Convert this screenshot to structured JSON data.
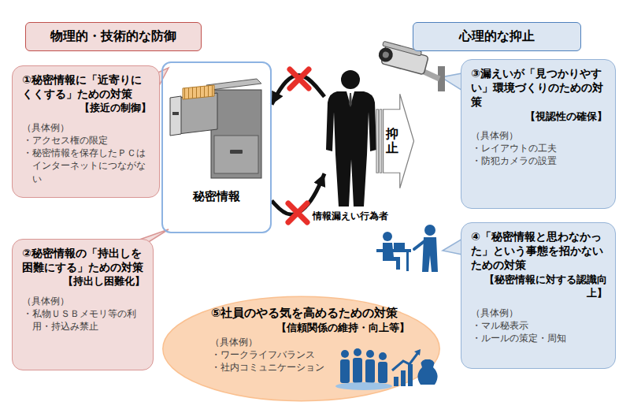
{
  "diagram": {
    "nodes": [
      {
        "text": [
          "物理的・技術的な防御"
        ]
      },
      {
        "text": [
          "心理的な抑止"
        ]
      },
      {
        "text": [
          "①秘密情報に「近寄りにくくする」ための対策",
          "【接近の制御】",
          "（具体例）",
          "・アクセス権の限定",
          "・秘密情報を保存したＰＣはインターネットにつながない"
        ]
      },
      {
        "text": [
          "秘密情報"
        ]
      },
      {
        "text": [
          "情報漏えい行為者"
        ]
      },
      {
        "text": [
          "抑止"
        ]
      },
      {
        "text": [
          "③漏えいが「見つかりやすい」環境づくりのための対策",
          "【視認性の確保】",
          "（具体例）",
          "・レイアウトの工夫",
          "・防犯カメラの設置"
        ]
      },
      {
        "text": [
          "②秘密情報の「持出しを困難にする」ための対策",
          "【持出し困難化】",
          "（具体例）",
          "・私物ＵＳＢメモリ等の利用・持込み禁止"
        ]
      },
      {
        "text": [
          "⑤社員のやる気を高めるための対策",
          "【信頼関係の維持・向上等】",
          "（具体例）",
          "・ワークライフバランス",
          "・社内コミュニケーション"
        ]
      },
      {
        "text": [
          "④「秘密情報と思わなかった」という事態を招かないための対策",
          "【秘密情報に対する認識向上】",
          "（具体例）",
          "・マル秘表示",
          "・ルールの策定・周知"
        ]
      }
    ],
    "edges": [
      {
        "from": 4,
        "to": 3,
        "arrow": "to"
      },
      {
        "from": 3,
        "to": 4,
        "arrow": "to"
      }
    ]
  }
}
